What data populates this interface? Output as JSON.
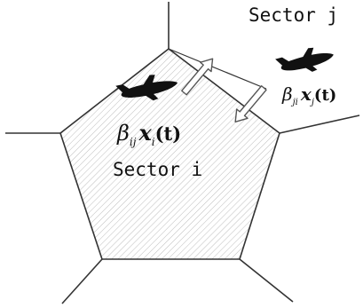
{
  "labels": {
    "sector_j": "Sector j",
    "sector_i": "Sector i"
  },
  "flows": {
    "out_of_i": {
      "coefficient": "β",
      "coefficient_subscript": "ij",
      "state": "x",
      "state_subscript": "i",
      "argument": "(t)"
    },
    "out_of_j": {
      "coefficient": "β",
      "coefficient_subscript": "ji",
      "state": "x",
      "state_subscript": "j",
      "argument": "(t)"
    }
  },
  "colors": {
    "stroke": "#333333",
    "hatch": "#b8b8b8",
    "aircraft": "#111111"
  }
}
